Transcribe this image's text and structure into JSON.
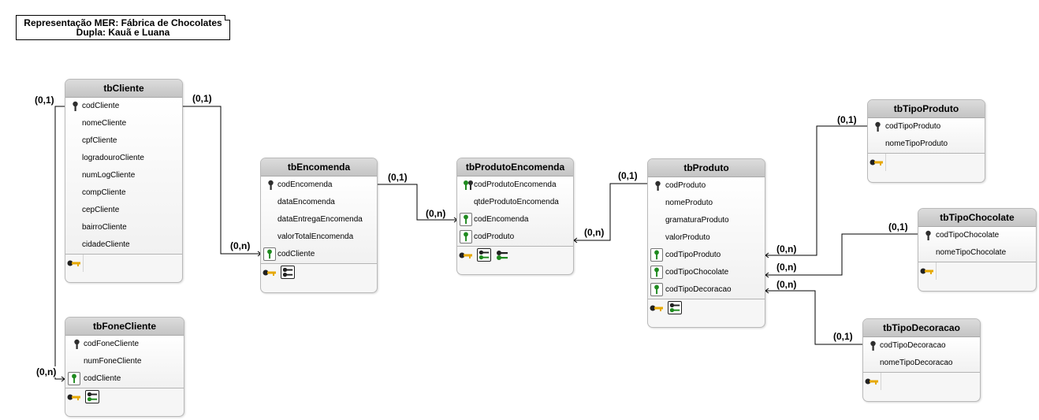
{
  "title": {
    "line1": "Representação MER: Fábrica de Chocolates",
    "line2": "Dupla: Kauã e Luana"
  },
  "icons": {
    "pk": "primary-key-icon",
    "fk": "foreign-key-icon",
    "index": "key-index-icon"
  },
  "colors": {
    "header": "#cfcfcf",
    "pk_key": "#2f2f2f",
    "fk_key": "#1f8a1f",
    "index_key": "#e6a800"
  },
  "tables": {
    "tbCliente": {
      "name": "tbCliente",
      "fields": [
        "codCliente",
        "nomeCliente",
        "cpfCliente",
        "logradouroCliente",
        "numLogCliente",
        "compCliente",
        "cepCliente",
        "bairroCliente",
        "cidadeCliente"
      ]
    },
    "tbFoneCliente": {
      "name": "tbFoneCliente",
      "fields": [
        "codFoneCliente",
        "numFoneCliente",
        "codCliente"
      ]
    },
    "tbEncomenda": {
      "name": "tbEncomenda",
      "fields": [
        "codEncomenda",
        "dataEncomenda",
        "dataEntregaEncomenda",
        "valorTotalEncomenda",
        "codCliente"
      ]
    },
    "tbProdutoEncomenda": {
      "name": "tbProdutoEncomenda",
      "fields": [
        "codProdutoEncomenda",
        "qtdeProdutoEncomenda",
        "codEncomenda",
        "codProduto"
      ]
    },
    "tbProduto": {
      "name": "tbProduto",
      "fields": [
        "codProduto",
        "nomeProduto",
        "gramaturaProduto",
        "valorProduto",
        "codTipoProduto",
        "codTipoChocolate",
        "codTipoDecoracao"
      ]
    },
    "tbTipoProduto": {
      "name": "tbTipoProduto",
      "fields": [
        "codTipoProduto",
        "nomeTipoProduto"
      ]
    },
    "tbTipoChocolate": {
      "name": "tbTipoChocolate",
      "fields": [
        "codTipoChocolate",
        "nomeTipoChocolate"
      ]
    },
    "tbTipoDecoracao": {
      "name": "tbTipoDecoracao",
      "fields": [
        "codTipoDecoracao",
        "nomeTipoDecoracao"
      ]
    }
  },
  "cardinalities": {
    "one": "(0,1)",
    "many": "(0,n)"
  }
}
